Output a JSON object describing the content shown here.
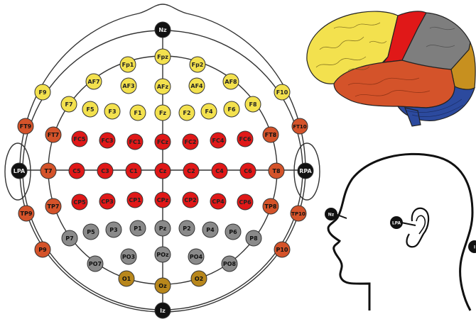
{
  "palette": {
    "frontal": "#f3e14e",
    "frontotemporal": "#d4532a",
    "central": "#e01818",
    "parietal": "#8a8a8a",
    "occipital": "#b8871c",
    "fiducial": "#111111",
    "line": "#333333"
  },
  "electrodes": {
    "fiducials": [
      "Nz",
      "Iz",
      "LPA",
      "RPA"
    ],
    "frontal": [
      "Fp1",
      "Fpz",
      "Fp2",
      "AF7",
      "AF3",
      "AFz",
      "AF4",
      "AF8",
      "F9",
      "F7",
      "F5",
      "F3",
      "F1",
      "Fz",
      "F2",
      "F4",
      "F6",
      "F8",
      "F10"
    ],
    "frontotemporal": [
      "FT9",
      "FT7",
      "FT8",
      "FT10",
      "T7",
      "T8",
      "TP9",
      "TP7",
      "TP8",
      "TP10",
      "P9",
      "P10"
    ],
    "central": [
      "FC5",
      "FC3",
      "FC1",
      "FCz",
      "FC2",
      "FC4",
      "FC6",
      "C5",
      "C3",
      "C1",
      "Cz",
      "C2",
      "C4",
      "C6",
      "CP5",
      "CP3",
      "CP1",
      "CPz",
      "CP2",
      "CP4",
      "CP6"
    ],
    "parietal": [
      "P7",
      "P5",
      "P3",
      "P1",
      "Pz",
      "P2",
      "P4",
      "P6",
      "P8",
      "PO7",
      "PO3",
      "POz",
      "PO4",
      "PO8"
    ],
    "occipital": [
      "O1",
      "Oz",
      "O2"
    ]
  },
  "side_view": {
    "labels": [
      "Nz",
      "LPA",
      "I"
    ]
  },
  "brain_regions": [
    "frontal-lobe",
    "motor-cortex",
    "parietal-lobe",
    "occipital-lobe",
    "temporal-lobe",
    "cerebellum"
  ]
}
